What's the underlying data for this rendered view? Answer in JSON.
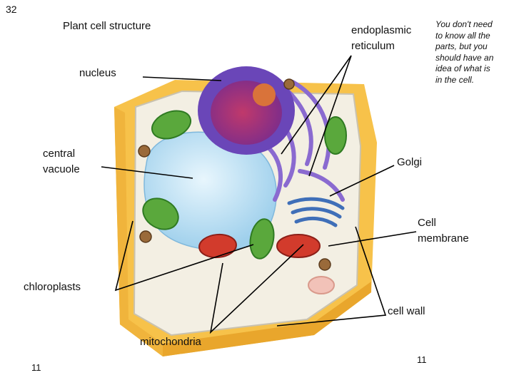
{
  "slide_number": "32",
  "title": "Plant cell structure",
  "note": "You don't need\nto know all the\nparts, but you\nshould have an\nidea of what is\nin the cell.",
  "labels": {
    "endoplasmic_reticulum": "endoplasmic\nreticulum",
    "nucleus": "nucleus",
    "central_vacuole": "central\nvacuole",
    "golgi": "Golgi",
    "cell_membrane": "Cell\nmembrane",
    "chloroplasts": "chloroplasts",
    "cell_wall": "cell wall",
    "mitochondria": "mitochondria"
  },
  "footer": {
    "left_page": "11",
    "right_page": "11"
  },
  "colors": {
    "cell_wall": "#f5b53a",
    "cytoplasm": "#f3efe3",
    "vacuole": "#bfe3f5",
    "nucleus": "#6a46b8",
    "nucleolus": "#d9733a",
    "er": "#8a6ad0",
    "golgi": "#3f6fb8",
    "chloroplast": "#5aa83c",
    "mitochondrion": "#d23b2c",
    "leader_line": "#000000"
  }
}
